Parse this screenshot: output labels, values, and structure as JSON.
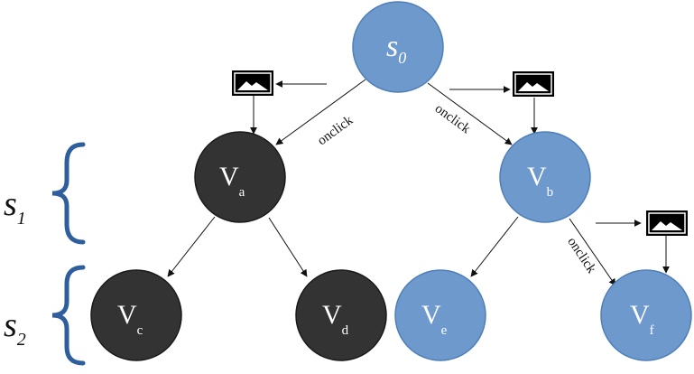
{
  "colors": {
    "node_blue": "#6d99cd",
    "node_blue_stroke": "#4f7fb8",
    "node_dark": "#333333",
    "node_dark_stroke": "#1a1a1a",
    "brace": "#2e5e9c",
    "edge": "#111111"
  },
  "nodes": {
    "s0": {
      "base": "s",
      "sub": "0"
    },
    "va": {
      "base": "V",
      "sub": "a"
    },
    "vb": {
      "base": "V",
      "sub": "b"
    },
    "vc": {
      "base": "V",
      "sub": "c"
    },
    "vd": {
      "base": "V",
      "sub": "d"
    },
    "ve": {
      "base": "V",
      "sub": "e"
    },
    "vf": {
      "base": "V",
      "sub": "f"
    }
  },
  "edge_labels": {
    "s0_va": "onclick",
    "s0_vb": "onclick",
    "vb_vf": "onclick"
  },
  "levels": {
    "s1": {
      "base": "s",
      "sub": "1"
    },
    "s2": {
      "base": "s",
      "sub": "2"
    }
  },
  "icons": {
    "screenshot": "image-icon"
  }
}
